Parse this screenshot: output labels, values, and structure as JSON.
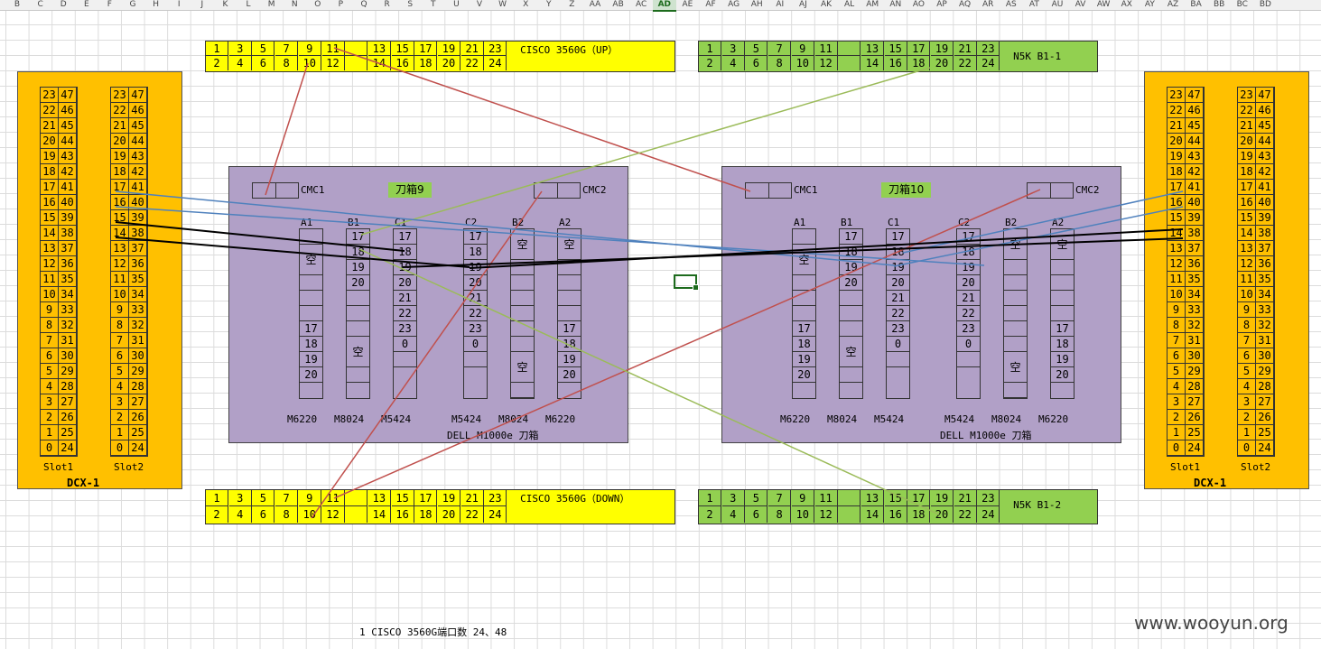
{
  "columns": [
    "B",
    "C",
    "D",
    "E",
    "F",
    "G",
    "H",
    "I",
    "J",
    "K",
    "L",
    "M",
    "N",
    "O",
    "P",
    "Q",
    "R",
    "S",
    "T",
    "U",
    "V",
    "W",
    "X",
    "Y",
    "Z",
    "AA",
    "AB",
    "AC",
    "AD",
    "AE",
    "AF",
    "AG",
    "AH",
    "AI",
    "AJ",
    "AK",
    "AL",
    "AM",
    "AN",
    "AO",
    "AP",
    "AQ",
    "AR",
    "AS",
    "AT",
    "AU",
    "AV",
    "AW",
    "AX",
    "AY",
    "AZ",
    "BA",
    "BB",
    "BC",
    "BD"
  ],
  "selected_column": "AD",
  "switches": [
    {
      "id": "cisco-up",
      "color": "yellow",
      "label": "CISCO 3560G（UP）",
      "top_row": [
        "1",
        "3",
        "5",
        "7",
        "9",
        "11",
        "",
        "13",
        "15",
        "17",
        "19",
        "21",
        "23"
      ],
      "bottom_row": [
        "2",
        "4",
        "6",
        "8",
        "10",
        "12",
        "",
        "14",
        "16",
        "18",
        "20",
        "22",
        "24"
      ]
    },
    {
      "id": "n5k-b1-1",
      "color": "green",
      "label": "N5K B1-1",
      "top_row": [
        "1",
        "3",
        "5",
        "7",
        "9",
        "11",
        "",
        "13",
        "15",
        "17",
        "19",
        "21",
        "23"
      ],
      "bottom_row": [
        "2",
        "4",
        "6",
        "8",
        "10",
        "12",
        "",
        "14",
        "16",
        "18",
        "20",
        "22",
        "24"
      ]
    },
    {
      "id": "cisco-down",
      "color": "yellow",
      "label": "CISCO 3560G（DOWN）",
      "top_row": [
        "1",
        "3",
        "5",
        "7",
        "9",
        "11",
        "",
        "13",
        "15",
        "17",
        "19",
        "21",
        "23"
      ],
      "bottom_row": [
        "2",
        "4",
        "6",
        "8",
        "10",
        "12",
        "",
        "14",
        "16",
        "18",
        "20",
        "22",
        "24"
      ]
    },
    {
      "id": "n5k-b1-2",
      "color": "green",
      "label": "N5K B1-2",
      "top_row": [
        "1",
        "3",
        "5",
        "7",
        "9",
        "11",
        "",
        "13",
        "15",
        "17",
        "19",
        "21",
        "23"
      ],
      "bottom_row": [
        "2",
        "4",
        "6",
        "8",
        "10",
        "12",
        "",
        "14",
        "16",
        "18",
        "20",
        "22",
        "24"
      ]
    }
  ],
  "dcx": [
    {
      "id": "dcx-left",
      "label": "DCX-1",
      "slots": [
        {
          "label": "Slot1",
          "col_a": [
            "23",
            "22",
            "21",
            "20",
            "19",
            "18",
            "17",
            "16",
            "15",
            "14",
            "13",
            "12",
            "11",
            "10",
            "9",
            "8",
            "7",
            "6",
            "5",
            "4",
            "3",
            "2",
            "1",
            "0"
          ],
          "col_b": [
            "47",
            "46",
            "45",
            "44",
            "43",
            "42",
            "41",
            "40",
            "39",
            "38",
            "37",
            "36",
            "35",
            "34",
            "33",
            "32",
            "31",
            "30",
            "29",
            "28",
            "27",
            "26",
            "25",
            "24"
          ]
        },
        {
          "label": "Slot2",
          "col_a": [
            "23",
            "22",
            "21",
            "20",
            "19",
            "18",
            "17",
            "16",
            "15",
            "14",
            "13",
            "12",
            "11",
            "10",
            "9",
            "8",
            "7",
            "6",
            "5",
            "4",
            "3",
            "2",
            "1",
            "0"
          ],
          "col_b": [
            "47",
            "46",
            "45",
            "44",
            "43",
            "42",
            "41",
            "40",
            "39",
            "38",
            "37",
            "36",
            "35",
            "34",
            "33",
            "32",
            "31",
            "30",
            "29",
            "28",
            "27",
            "26",
            "25",
            "24"
          ]
        }
      ]
    },
    {
      "id": "dcx-right",
      "label": "DCX-1",
      "slots": [
        {
          "label": "Slot1",
          "col_a": [
            "23",
            "22",
            "21",
            "20",
            "19",
            "18",
            "17",
            "16",
            "15",
            "14",
            "13",
            "12",
            "11",
            "10",
            "9",
            "8",
            "7",
            "6",
            "5",
            "4",
            "3",
            "2",
            "1",
            "0"
          ],
          "col_b": [
            "47",
            "46",
            "45",
            "44",
            "43",
            "42",
            "41",
            "40",
            "39",
            "38",
            "37",
            "36",
            "35",
            "34",
            "33",
            "32",
            "31",
            "30",
            "29",
            "28",
            "27",
            "26",
            "25",
            "24"
          ]
        },
        {
          "label": "Slot2",
          "col_a": [
            "23",
            "22",
            "21",
            "20",
            "19",
            "18",
            "17",
            "16",
            "15",
            "14",
            "13",
            "12",
            "11",
            "10",
            "9",
            "8",
            "7",
            "6",
            "5",
            "4",
            "3",
            "2",
            "1",
            "0"
          ],
          "col_b": [
            "47",
            "46",
            "45",
            "44",
            "43",
            "42",
            "41",
            "40",
            "39",
            "38",
            "37",
            "36",
            "35",
            "34",
            "33",
            "32",
            "31",
            "30",
            "29",
            "28",
            "27",
            "26",
            "25",
            "24"
          ]
        }
      ]
    }
  ],
  "chassis": [
    {
      "id": "chassis-9",
      "title": "刀箱9",
      "cmc1": "CMC1",
      "cmc2": "CMC2",
      "footer": "DELL M1000e 刀箱",
      "modules": [
        {
          "header": "A1",
          "type": "M6220",
          "cells": [
            "",
            "空",
            "",
            "",
            "",
            "17",
            "18",
            "19",
            "20"
          ]
        },
        {
          "header": "B1",
          "type": "M8024",
          "cells": [
            "17",
            "18",
            "19",
            "20",
            "",
            "",
            "",
            "空",
            ""
          ]
        },
        {
          "header": "C1",
          "type": "M5424",
          "cells": [
            "17",
            "18",
            "19",
            "20",
            "21",
            "22",
            "23",
            "0",
            ""
          ]
        },
        {
          "header": "C2",
          "type": "M5424",
          "cells": [
            "17",
            "18",
            "19",
            "20",
            "21",
            "22",
            "23",
            "0",
            ""
          ]
        },
        {
          "header": "B2",
          "type": "M8024",
          "cells": [
            "空",
            "",
            "",
            "",
            "",
            "",
            "",
            "空",
            ""
          ]
        },
        {
          "header": "A2",
          "type": "M6220",
          "cells": [
            "空",
            "",
            "",
            "",
            "",
            "17",
            "18",
            "19",
            "20"
          ]
        }
      ]
    },
    {
      "id": "chassis-10",
      "title": "刀箱10",
      "cmc1": "CMC1",
      "cmc2": "CMC2",
      "footer": "DELL M1000e 刀箱",
      "modules": [
        {
          "header": "A1",
          "type": "M6220",
          "cells": [
            "",
            "空",
            "",
            "",
            "",
            "17",
            "18",
            "19",
            "20"
          ]
        },
        {
          "header": "B1",
          "type": "M8024",
          "cells": [
            "17",
            "18",
            "19",
            "20",
            "",
            "",
            "",
            "空",
            ""
          ]
        },
        {
          "header": "C1",
          "type": "M5424",
          "cells": [
            "17",
            "18",
            "19",
            "20",
            "21",
            "22",
            "23",
            "0",
            ""
          ]
        },
        {
          "header": "C2",
          "type": "M5424",
          "cells": [
            "17",
            "18",
            "19",
            "20",
            "21",
            "22",
            "23",
            "0",
            ""
          ]
        },
        {
          "header": "B2",
          "type": "M8024",
          "cells": [
            "空",
            "",
            "",
            "",
            "",
            "",
            "",
            "空",
            ""
          ]
        },
        {
          "header": "A2",
          "type": "M6220",
          "cells": [
            "空",
            "",
            "",
            "",
            "",
            "17",
            "18",
            "19",
            "20"
          ]
        }
      ]
    }
  ],
  "note": "1 CISCO 3560G端口数      24、48",
  "watermark": "www.wooyun.org",
  "colors": {
    "yellow": "#ffff00",
    "green": "#92d050",
    "orange": "#ffc000",
    "purple": "#b1a0c7",
    "red_wire": "#c0504d",
    "green_wire": "#9bbb59",
    "blue_wire": "#4f81bd",
    "black_wire": "#000000"
  }
}
